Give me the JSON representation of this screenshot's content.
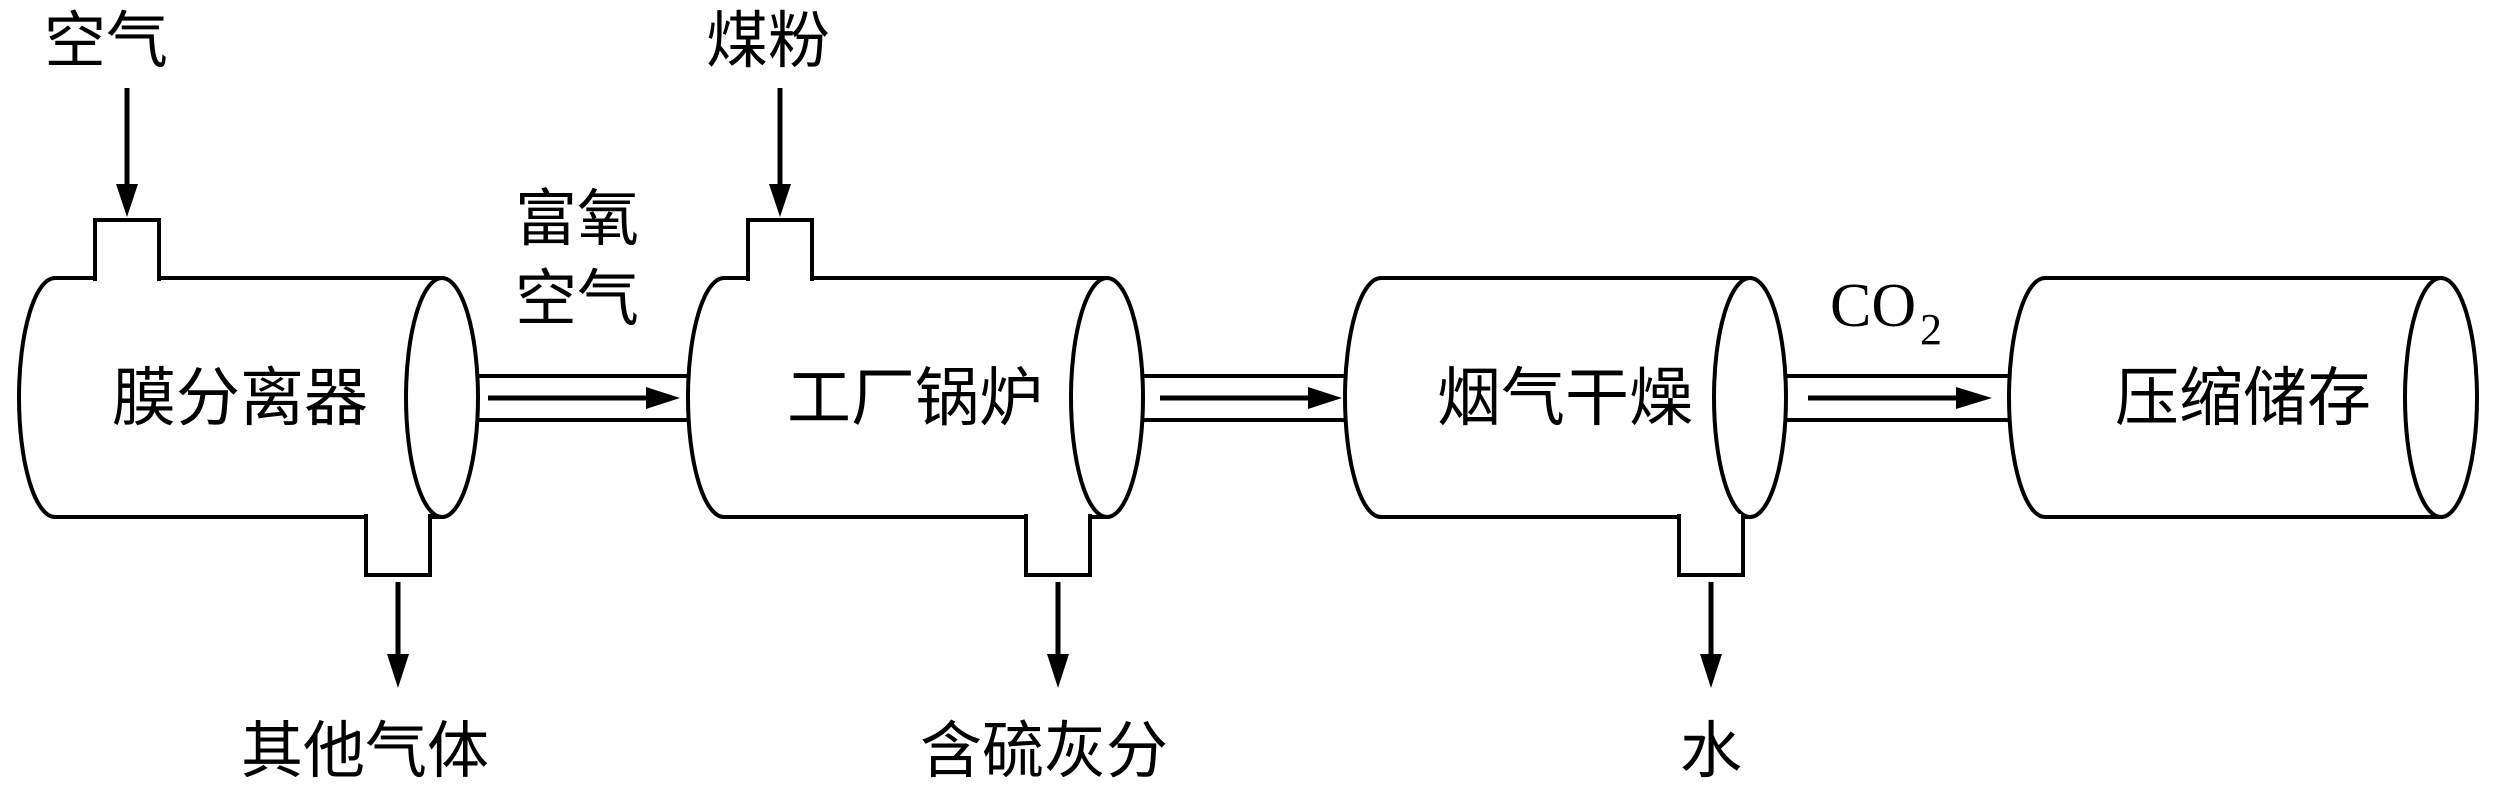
{
  "diagram": {
    "inputs": {
      "air": "空气",
      "coal": "煤粉"
    },
    "stages": {
      "membrane": "膜分离器",
      "boiler": "工厂锅炉",
      "dryer": "烟气干燥",
      "storage": "压缩储存"
    },
    "outputs": {
      "other_gases": "其他气体",
      "sulfur_ash": "含硫灰分",
      "water": "水"
    },
    "streams": {
      "oxygen_enriched": {
        "line1": "富氧",
        "line2": "空气"
      },
      "co2": {
        "base": "CO",
        "subscript": "2"
      }
    },
    "colors": {
      "line": "#000000",
      "background": "#ffffff"
    }
  }
}
